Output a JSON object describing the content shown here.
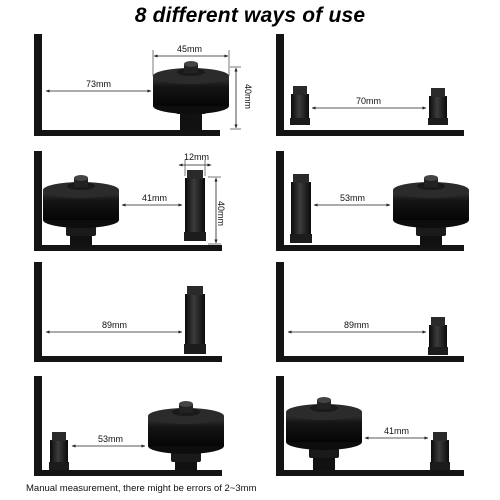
{
  "title": "8 different ways of use",
  "footer_note": "Manual measurement, there might be errors of 2~3mm",
  "colors": {
    "metal": "#141414",
    "dimension_line": "#222222",
    "background": "#ffffff"
  },
  "panels": [
    {
      "id": 1,
      "configuration": "wheel-right",
      "dimensions": [
        "73mm",
        "45mm",
        "40mm"
      ]
    },
    {
      "id": 2,
      "configuration": "two-posts",
      "dimensions": [
        "70mm"
      ]
    },
    {
      "id": 3,
      "configuration": "wheel-left-post-right",
      "dimensions": [
        "41mm",
        "12mm",
        "40mm"
      ]
    },
    {
      "id": 4,
      "configuration": "post-left-wheel-right",
      "dimensions": [
        "53mm"
      ]
    },
    {
      "id": 5,
      "configuration": "single-post-right",
      "dimensions": [
        "89mm"
      ]
    },
    {
      "id": 6,
      "configuration": "single-post-right-short",
      "dimensions": [
        "89mm"
      ]
    },
    {
      "id": 7,
      "configuration": "short-post-left-wheel-right",
      "dimensions": [
        "53mm"
      ]
    },
    {
      "id": 8,
      "configuration": "wheel-left-short-post-right",
      "dimensions": [
        "41mm"
      ]
    }
  ]
}
